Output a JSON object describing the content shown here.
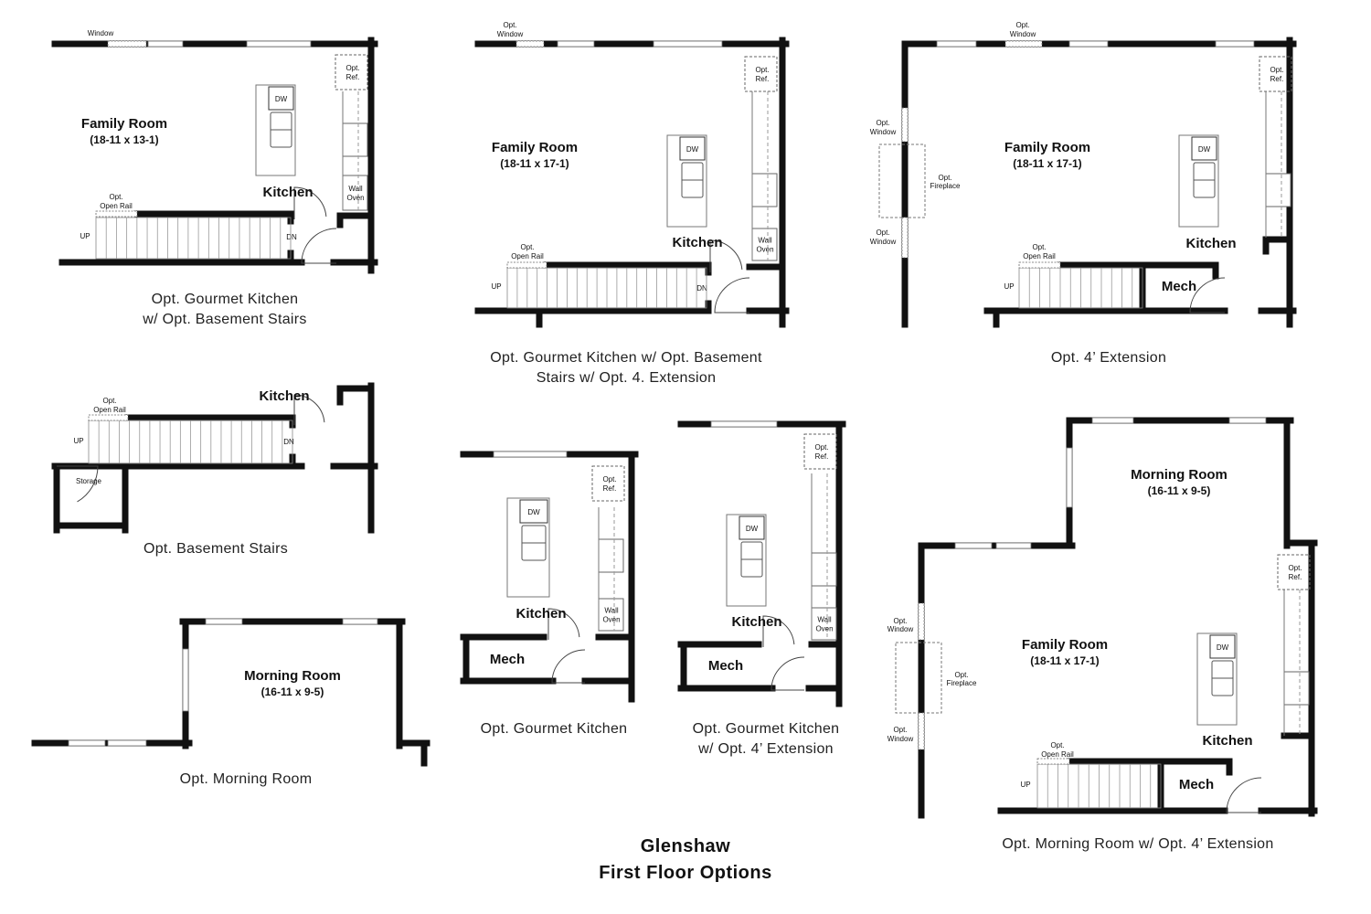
{
  "title": [
    "Glenshaw",
    "First Floor Options"
  ],
  "appliances": {
    "dw": "DW",
    "ref": [
      "Opt.",
      "Ref."
    ],
    "oven": [
      "Wall",
      "Oven"
    ]
  },
  "plans": [
    {
      "caption": [
        "Opt. Gourmet Kitchen",
        "w/ Opt. Basement Stairs"
      ],
      "labels": {
        "window": "Window",
        "family": "Family Room",
        "family_dim": "(18-11 x 13-1)",
        "kitchen": "Kitchen",
        "rail": [
          "Opt.",
          "Open Rail"
        ],
        "up": "UP",
        "dn": "DN"
      }
    },
    {
      "caption": [
        "Opt. Gourmet Kitchen w/ Opt. Basement",
        "Stairs w/ Opt. 4. Extension"
      ],
      "labels": {
        "window": [
          "Opt.",
          "Window"
        ],
        "family": "Family Room",
        "family_dim": "(18-11 x 17-1)",
        "kitchen": "Kitchen",
        "rail": [
          "Opt.",
          "Open Rail"
        ],
        "up": "UP",
        "dn": "DN"
      }
    },
    {
      "caption": [
        "Opt. 4’ Extension"
      ],
      "labels": {
        "window_top": [
          "Opt.",
          "Window"
        ],
        "window_left1": [
          "Opt.",
          "Window"
        ],
        "fireplace": [
          "Opt.",
          "Fireplace"
        ],
        "window_left2": [
          "Opt.",
          "Window"
        ],
        "family": "Family Room",
        "family_dim": "(18-11 x 17-1)",
        "kitchen": "Kitchen",
        "mech": "Mech",
        "rail": [
          "Opt.",
          "Open Rail"
        ],
        "up": "UP"
      }
    },
    {
      "caption": [
        "Opt. Basement Stairs"
      ],
      "labels": {
        "kitchen": "Kitchen",
        "rail": [
          "Opt.",
          "Open Rail"
        ],
        "up": "UP",
        "dn": "DN",
        "storage": "Storage"
      }
    },
    {
      "caption": [
        "Opt. Morning Room"
      ],
      "labels": {
        "morning": "Morning Room",
        "morning_dim": "(16-11 x 9-5)"
      }
    },
    {
      "caption": [
        "Opt. Gourmet Kitchen"
      ],
      "labels": {
        "kitchen": "Kitchen",
        "mech": "Mech"
      }
    },
    {
      "caption": [
        "Opt. Gourmet Kitchen",
        "w/ Opt. 4’ Extension"
      ],
      "labels": {
        "kitchen": "Kitchen",
        "mech": "Mech"
      }
    },
    {
      "caption": [
        "Opt. Morning Room w/ Opt. 4’ Extension"
      ],
      "labels": {
        "morning": "Morning Room",
        "morning_dim": "(16-11 x 9-5)",
        "window_left1": [
          "Opt.",
          "Window"
        ],
        "fireplace": [
          "Opt.",
          "Fireplace"
        ],
        "window_left2": [
          "Opt.",
          "Window"
        ],
        "family": "Family Room",
        "family_dim": "(18-11 x 17-1)",
        "kitchen": "Kitchen",
        "rail": [
          "Opt.",
          "Open Rail"
        ],
        "up": "UP",
        "mech": "Mech"
      }
    }
  ]
}
